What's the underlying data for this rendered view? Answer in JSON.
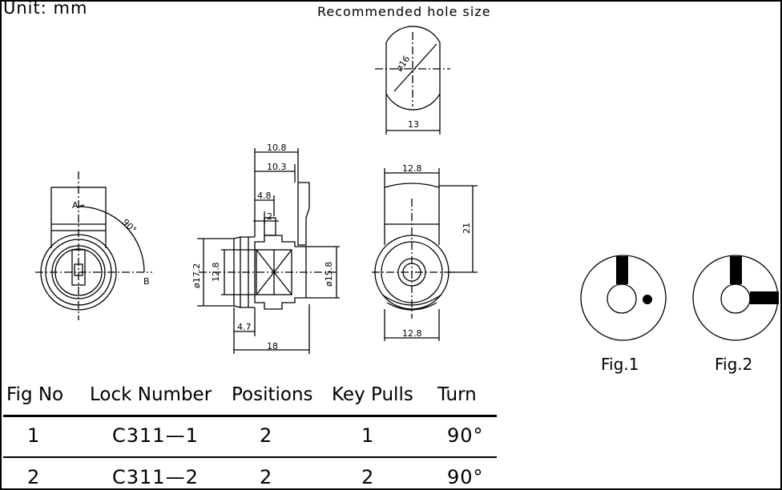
{
  "header": {
    "unit_label": "Unit:  mm",
    "recommended_label": "Recommended hole size"
  },
  "dimensions": {
    "hole_diameter": "ø16",
    "hole_width": "13",
    "d_10_8": "10.8",
    "d_10_3": "10.3",
    "d_4_8": "4.8",
    "d_2": "2",
    "d_17_2": "ø17.2",
    "d_12_8_side": "12.8",
    "d_15_8": "ø15.8",
    "d_4_7": "4.7",
    "d_18": "18",
    "d_12_8_top": "12.8",
    "d_12_8_bottom": "12.8",
    "d_21": "21",
    "angle": "90°",
    "point_a": "A",
    "point_b": "B"
  },
  "figures": [
    {
      "label": "Fig.1"
    },
    {
      "label": "Fig.2"
    }
  ],
  "table": {
    "headers": [
      "Fig No",
      "Lock Number",
      "Positions",
      "Key Pulls",
      "Turn"
    ],
    "rows": [
      [
        "1",
        "C311—1",
        "2",
        "1",
        "90°"
      ],
      [
        "2",
        "C311—2",
        "2",
        "2",
        "90°"
      ]
    ]
  }
}
